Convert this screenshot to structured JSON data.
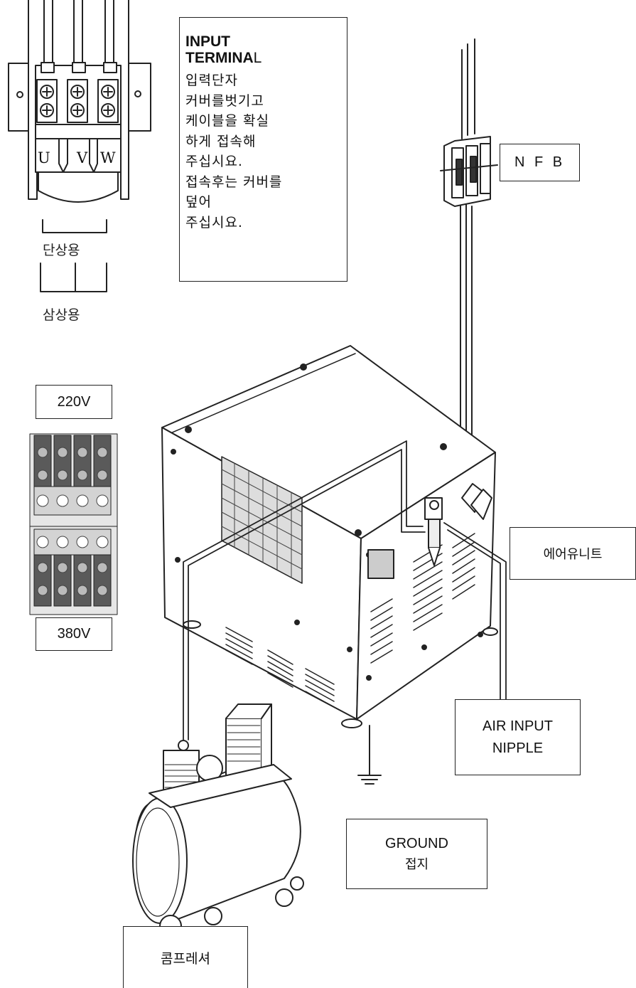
{
  "input_terminal": {
    "title_bold": "INPUT",
    "title2_bold": "TERMINA",
    "title2_tail": "L",
    "lines": [
      "입력단자",
      "커버를벗기고",
      "케이블을 확실",
      "하게 접속해",
      "주십시요.",
      "접속후는 커버를",
      "덮어",
      "주십시요."
    ]
  },
  "terminal_letters": [
    "U",
    "V",
    "W"
  ],
  "bracket_labels": {
    "single_phase": "단상용",
    "three_phase": "삼상용"
  },
  "voltage_labels": {
    "v220": "220V",
    "v380": "380V"
  },
  "callouts": {
    "nfb": "N F B",
    "air_unit": "에어유니트",
    "air_input_line1": "AIR INPUT",
    "air_input_line2": "NIPPLE",
    "ground_line1": "GROUND",
    "ground_line2": "접지",
    "compressor": "콤프레셔"
  },
  "colors": {
    "line": "#222222",
    "terminal_dark": "#555555",
    "terminal_light": "#d6d6d6"
  }
}
